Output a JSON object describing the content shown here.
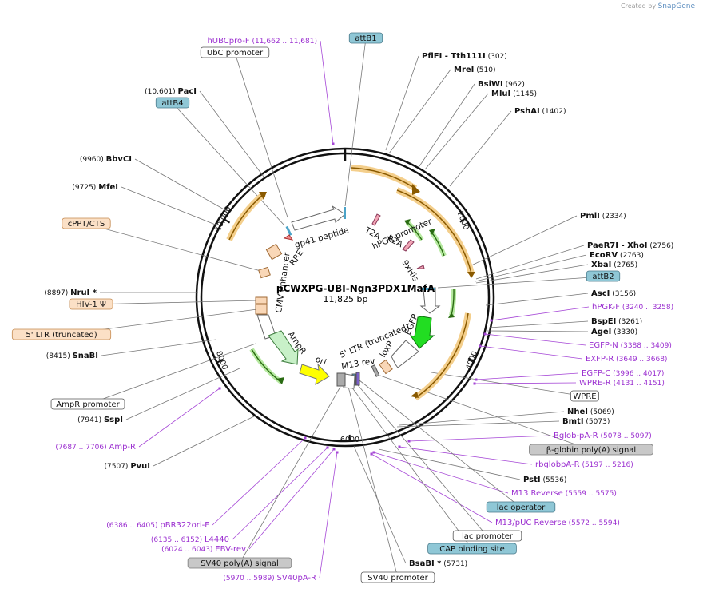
{
  "branding": {
    "created_by": "Created by",
    "app": "SnapGene"
  },
  "plasmid": {
    "name": "pCWXPG-UBI-Ngn3PDX1MafA",
    "size": "11,825 bp"
  },
  "ticks": [
    "2000",
    "4000",
    "6000",
    "8000",
    "10,000"
  ],
  "features": {
    "gp41": "gp41 peptide",
    "rre": "RRE",
    "cmv": "CMV enhancer",
    "ampr": "AmpR",
    "ori": "ori",
    "ltr": "5' LTR (truncated)",
    "m13rev": "M13 rev",
    "loxp": "loxP",
    "egfp": "EGFP",
    "t2a": "T2A",
    "p2a": "P2A",
    "hpgk": "hPGK promoter",
    "his": "9xHis"
  },
  "labels": [
    {
      "id": "hubcpro-f",
      "coord": "(11,662 .. 11,681)",
      "name": "hUBCpro-F",
      "type": "primer"
    },
    {
      "id": "attb1",
      "name": "attB1",
      "type": "blue"
    },
    {
      "id": "ubc-promoter",
      "name": "UbC promoter",
      "type": "white"
    },
    {
      "id": "pflfi",
      "name": "PflFI",
      "name2": "- Tth111I",
      "coord": "(302)",
      "type": "enzyme"
    },
    {
      "id": "mrei",
      "name": "MreI",
      "coord": "(510)",
      "type": "enzyme"
    },
    {
      "id": "bsiwi",
      "name": "BsiWI",
      "coord": "(962)",
      "type": "enzyme"
    },
    {
      "id": "mlui",
      "name": "MluI",
      "coord": "(1145)",
      "type": "enzyme"
    },
    {
      "id": "pshai",
      "name": "PshAI",
      "coord": "(1402)",
      "type": "enzyme"
    },
    {
      "id": "paci",
      "coord": "(10,601)",
      "name": "PacI",
      "type": "enzyme-left"
    },
    {
      "id": "attb4",
      "name": "attB4",
      "type": "blue"
    },
    {
      "id": "bbvci",
      "coord": "(9960)",
      "name": "BbvCI",
      "type": "enzyme-left"
    },
    {
      "id": "mfei",
      "coord": "(9725)",
      "name": "MfeI",
      "type": "enzyme-left"
    },
    {
      "id": "cppt",
      "name": "cPPT/CTS",
      "type": "orange"
    },
    {
      "id": "pmli",
      "name": "PmlI",
      "coord": "(2334)",
      "type": "enzyme"
    },
    {
      "id": "paer7i",
      "name": "PaeR7I",
      "name2": "- XhoI",
      "coord": "(2756)",
      "type": "enzyme"
    },
    {
      "id": "ecorv",
      "name": "EcoRV",
      "coord": "(2763)",
      "type": "enzyme"
    },
    {
      "id": "xbai",
      "name": "XbaI",
      "coord": "(2765)",
      "type": "enzyme"
    },
    {
      "id": "attb2",
      "name": "attB2",
      "type": "blue"
    },
    {
      "id": "asci",
      "name": "AscI",
      "coord": "(3156)",
      "type": "enzyme"
    },
    {
      "id": "hpgk-f",
      "name": "hPGK-F",
      "coord": "(3240 .. 3258)",
      "type": "primer"
    },
    {
      "id": "bspei",
      "name": "BspEI",
      "coord": "(3261)",
      "type": "enzyme"
    },
    {
      "id": "agei",
      "name": "AgeI",
      "coord": "(3330)",
      "type": "enzyme"
    },
    {
      "id": "egfp-n",
      "name": "EGFP-N",
      "coord": "(3388 .. 3409)",
      "type": "primer"
    },
    {
      "id": "exfp-r",
      "name": "EXFP-R",
      "coord": "(3649 .. 3668)",
      "type": "primer"
    },
    {
      "id": "egfp-c",
      "name": "EGFP-C",
      "coord": "(3996 .. 4017)",
      "type": "primer"
    },
    {
      "id": "wpre-r",
      "name": "WPRE-R",
      "coord": "(4131 .. 4151)",
      "type": "primer"
    },
    {
      "id": "wpre",
      "name": "WPRE",
      "type": "white"
    },
    {
      "id": "nrui",
      "coord": "(8897)",
      "name": "NruI *",
      "type": "enzyme-left"
    },
    {
      "id": "hiv1",
      "name": "HIV-1 Ψ",
      "type": "orange"
    },
    {
      "id": "ltr-trunc",
      "name": "5' LTR (truncated)",
      "type": "orange"
    },
    {
      "id": "snabi",
      "coord": "(8415)",
      "name": "SnaBI",
      "type": "enzyme-left"
    },
    {
      "id": "ampr-promoter",
      "name": "AmpR promoter",
      "type": "white"
    },
    {
      "id": "sspi",
      "coord": "(7941)",
      "name": "SspI",
      "type": "enzyme-left"
    },
    {
      "id": "amp-r",
      "coord": "(7687 .. 7706)",
      "name": "Amp-R",
      "type": "primer-left"
    },
    {
      "id": "pvui",
      "coord": "(7507)",
      "name": "PvuI",
      "type": "enzyme-left"
    },
    {
      "id": "nhei",
      "name": "NheI",
      "coord": "(5069)",
      "type": "enzyme"
    },
    {
      "id": "bmti",
      "name": "BmtI",
      "coord": "(5073)",
      "type": "enzyme"
    },
    {
      "id": "bglobin-r",
      "name": "Bglob-pA-R",
      "coord": "(5078 .. 5097)",
      "type": "primer"
    },
    {
      "id": "bglobin-polya",
      "name": "β-globin poly(A) signal",
      "type": "gray"
    },
    {
      "id": "rbglobpa-r",
      "name": "rbglobpA-R",
      "coord": "(5197 .. 5216)",
      "type": "primer"
    },
    {
      "id": "psti",
      "name": "PstI",
      "coord": "(5536)",
      "type": "enzyme"
    },
    {
      "id": "m13-reverse",
      "name": "M13 Reverse",
      "coord": "(5559 .. 5575)",
      "type": "primer"
    },
    {
      "id": "lac-operator",
      "name": "lac operator",
      "type": "blue"
    },
    {
      "id": "m13puc-reverse",
      "name": "M13/pUC Reverse",
      "coord": "(5572 .. 5594)",
      "type": "primer"
    },
    {
      "id": "lac-promoter",
      "name": "lac promoter",
      "type": "white"
    },
    {
      "id": "cap-site",
      "name": "CAP binding site",
      "type": "blue"
    },
    {
      "id": "bsabi",
      "name": "BsaBI *",
      "coord": "(5731)",
      "type": "enzyme"
    },
    {
      "id": "sv40-promoter",
      "name": "SV40 promoter",
      "type": "white"
    },
    {
      "id": "pbr322ori-f",
      "coord": "(6386 .. 6405)",
      "name": "pBR322ori-F",
      "type": "primer-left"
    },
    {
      "id": "l4440",
      "coord": "(6135 .. 6152)",
      "name": "L4440",
      "type": "primer-left"
    },
    {
      "id": "ebv-rev",
      "coord": "(6024 .. 6043)",
      "name": "EBV-rev",
      "type": "primer-left"
    },
    {
      "id": "sv40-polya",
      "name": "SV40 poly(A) signal",
      "type": "gray"
    },
    {
      "id": "sv40pa-r",
      "coord": "(5970 .. 5989)",
      "name": "SV40pA-R",
      "type": "primer-left"
    }
  ]
}
